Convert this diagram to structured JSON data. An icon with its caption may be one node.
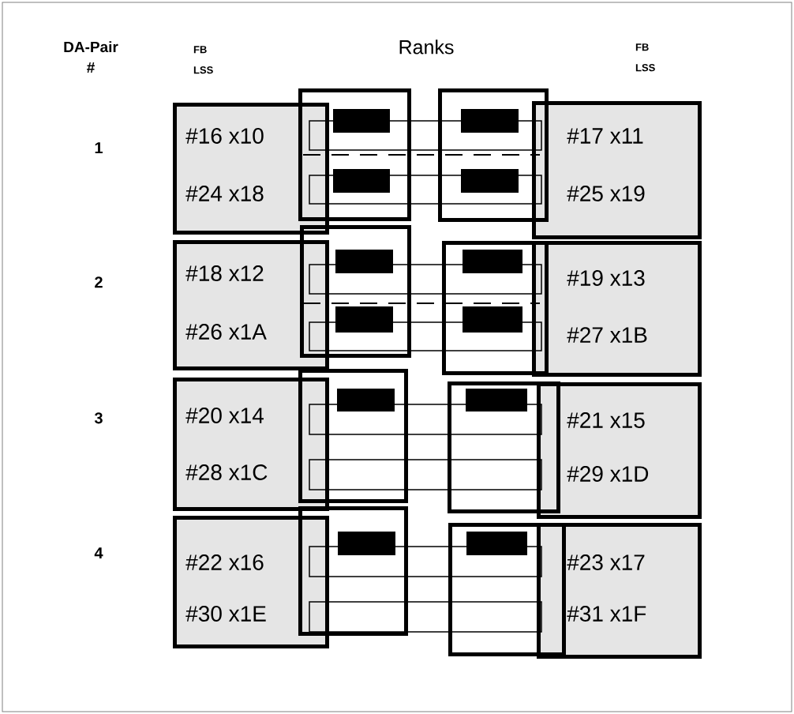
{
  "diagram": {
    "nodes": [
      {
        "text": [
          "#16 x10",
          "#24 x18"
        ]
      },
      {
        "text": [],
        "shape": "box"
      },
      {
        "text": [],
        "shape": "box"
      },
      {
        "text": [
          "#17 x11",
          "#25 x19"
        ]
      },
      {
        "text": [
          "#18 x12",
          "#26 x1A"
        ]
      },
      {
        "text": [],
        "shape": "box"
      },
      {
        "text": [],
        "shape": "box"
      },
      {
        "text": [
          "#19 x13",
          "#27 x1B"
        ]
      },
      {
        "text": [
          "#20 x14",
          "#28 x1C"
        ]
      },
      {
        "text": [],
        "shape": "box"
      },
      {
        "text": [],
        "shape": "box"
      },
      {
        "text": [
          "#21 x15",
          "#29 x1D"
        ]
      },
      {
        "text": [
          "#22 x16",
          "#30 x1E"
        ]
      },
      {
        "text": [],
        "shape": "box"
      },
      {
        "text": [],
        "shape": "box"
      },
      {
        "text": [
          "#23 x17",
          "#31 x1F"
        ]
      }
    ],
    "labels": [
      "DA-Pair #",
      "FB LSS",
      "Ranks",
      "FB LSS",
      "1",
      "2",
      "3",
      "4"
    ]
  }
}
